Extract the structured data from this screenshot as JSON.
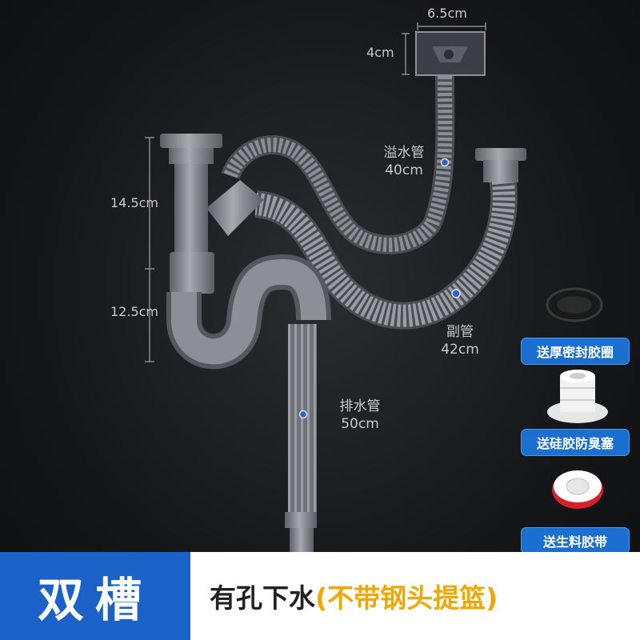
{
  "labels": {
    "top_width": "6.5cm",
    "top_height": "4cm",
    "height_upper": "14.5cm",
    "height_lower": "12.5cm",
    "overflow_name": "溢水管",
    "overflow_len": "40cm",
    "secondary_name": "副管",
    "secondary_len": "42cm",
    "drain_name": "排水管",
    "drain_len": "50cm"
  },
  "accessories": [
    {
      "label": "送厚密封胶圈",
      "icon": "rubber-ring"
    },
    {
      "label": "送硅胶防臭塞",
      "icon": "silicone-plug"
    },
    {
      "label": "送生料胶带",
      "icon": "ptfe-tape"
    }
  ],
  "footer": {
    "badge": "双槽",
    "main": "有孔下水",
    "note": "(不带钢头提篮)"
  },
  "colors": {
    "badge_bg": "#1a62c8",
    "button_bg": "#1b6fd1",
    "note_text": "#f0a800",
    "pipe": "#7d8087"
  }
}
